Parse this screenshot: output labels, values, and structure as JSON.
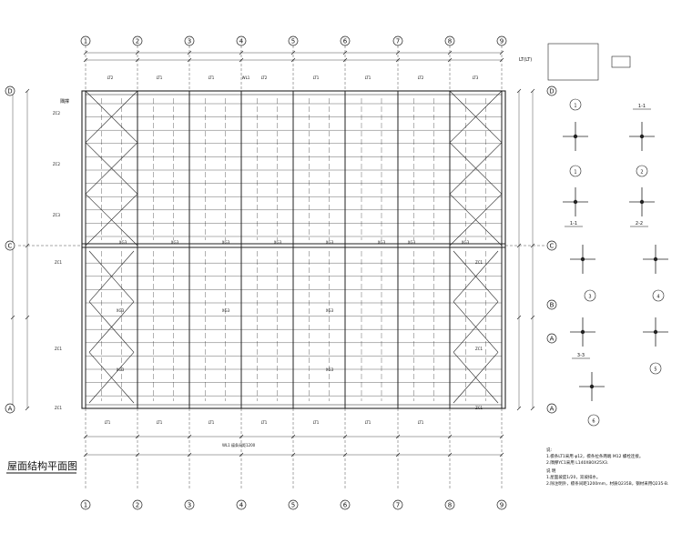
{
  "drawing_title": "屋面结构平面图",
  "grid_top_labels": [
    "1",
    "2",
    "3",
    "4",
    "5",
    "6",
    "7",
    "8",
    "9"
  ],
  "grid_side_labels": [
    "D",
    "C",
    "B",
    "A"
  ],
  "grid_side_labels_right": [
    "D",
    "C",
    "B",
    "A"
  ],
  "beam_labels_top": [
    "LT2",
    "LT1",
    "LT1",
    "WL1",
    "LT2",
    "LT1",
    "LT1",
    "LT2",
    "LT3"
  ],
  "beam_labels_bottom": [
    "LT1",
    "LT1",
    "LT1",
    "LT1",
    "LT1",
    "LT1",
    "LT1"
  ],
  "tie_bar_labels_mid": [
    "XG3",
    "XG3",
    "XG3",
    "XG3",
    "XG3",
    "XG3",
    "XG3",
    "XG3"
  ],
  "tie_bar_labels_lower": [
    "XG3",
    "XG3",
    "XG3",
    "XG3",
    "XG3"
  ],
  "brace_label_top": "隅撑",
  "left_labels_upper": [
    "ZC2",
    "ZC2",
    "ZC3"
  ],
  "left_labels_lower": [
    "ZC1",
    "ZC1",
    "ZC1"
  ],
  "right_labels_lower": [
    "ZC1",
    "ZC1",
    "ZC1"
  ],
  "bottom_beam_note": "WL1 檩条间距1200",
  "node_detail_title": "LT(LT)",
  "node_labels": [
    "1",
    "1-1",
    "1",
    "2",
    "1-1",
    "2-2",
    "3",
    "4",
    "3-3",
    "5",
    "6"
  ],
  "notes_header": "说:",
  "notes": [
    "1.檩条LT1采用 φ12，檩条拉条两端 M12 螺栓连接。",
    "2.隅撑YC1采用 L140X80X25X3.",
    "说 明",
    "1.屋面坡度1/20，双坡排水。",
    "2.除注明外，檩条间距1200mm，材质Q235B，钢材采用Q235-B."
  ],
  "icons": [
    "grid-axis-bubble",
    "section-marker"
  ]
}
